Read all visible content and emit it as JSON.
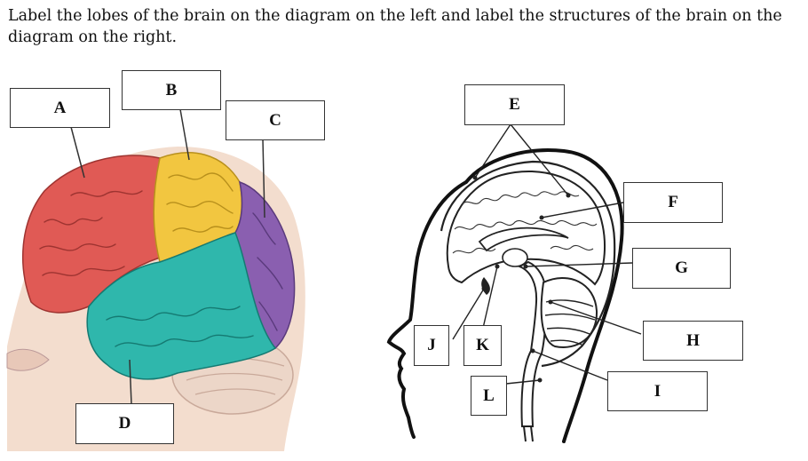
{
  "instructions": "Label the lobes of the brain on the diagram on the left and label the structures of the brain on the diagram on the right.",
  "left_diagram": {
    "labels": [
      "A",
      "B",
      "C",
      "D"
    ]
  },
  "right_diagram": {
    "labels": [
      "E",
      "F",
      "G",
      "H",
      "I",
      "J",
      "K",
      "L"
    ]
  },
  "colors": {
    "frontal_lobe": "#e05a55",
    "parietal_lobe": "#f2c640",
    "occipital_lobe": "#8a5fb0",
    "temporal_lobe": "#2fb7ac",
    "skin": "#f2dccd"
  }
}
